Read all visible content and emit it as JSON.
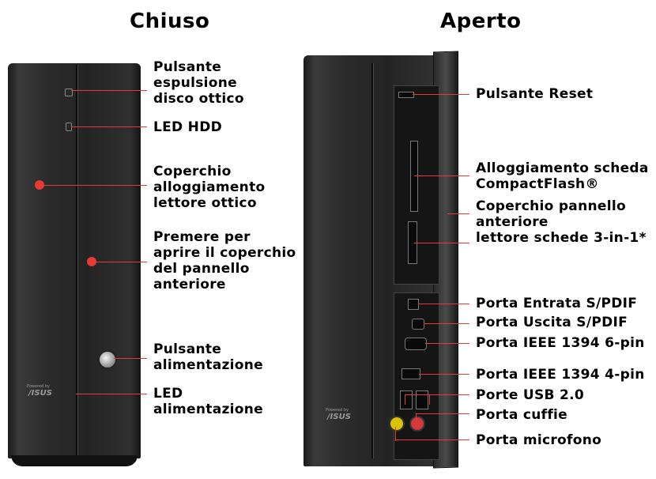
{
  "titles": {
    "closed": "Chiuso",
    "open": "Aperto"
  },
  "closed_labels": {
    "eject": [
      "Pulsante",
      "espulsione",
      "disco ottico"
    ],
    "hdd_led": [
      "LED HDD"
    ],
    "bay_cover": [
      "Coperchio",
      "alloggiamento",
      "lettore ottico"
    ],
    "press_open": [
      "Premere per",
      "aprire il coperchio",
      "del pannello",
      "anteriore"
    ],
    "power_button": [
      "Pulsante",
      "alimentazione"
    ],
    "power_led": [
      "LED",
      "alimentazione"
    ]
  },
  "open_labels": {
    "reset": [
      "Pulsante Reset"
    ],
    "cf_slot": [
      "Alloggiamento scheda",
      "CompactFlash®"
    ],
    "reader_cover": [
      "Coperchio pannello",
      "anteriore",
      "lettore schede 3-in-1*"
    ],
    "spdif_in": [
      "Porta Entrata S/PDIF"
    ],
    "spdif_out": [
      "Porta Uscita S/PDIF"
    ],
    "ieee_6pin": [
      "Porta IEEE 1394 6-pin"
    ],
    "ieee_4pin": [
      "Porta IEEE 1394 4-pin"
    ],
    "usb": [
      "Porte USB 2.0"
    ],
    "headphone": [
      "Porta cuffie"
    ],
    "mic": [
      "Porta microfono"
    ]
  },
  "logos": {
    "small_text": "Powered by",
    "brand": "/ISUS"
  },
  "colors": {
    "annotation": "#e53a36",
    "case": "#262626",
    "mic_jack": "#d9c200",
    "headphone_jack": "#d23a3a"
  }
}
